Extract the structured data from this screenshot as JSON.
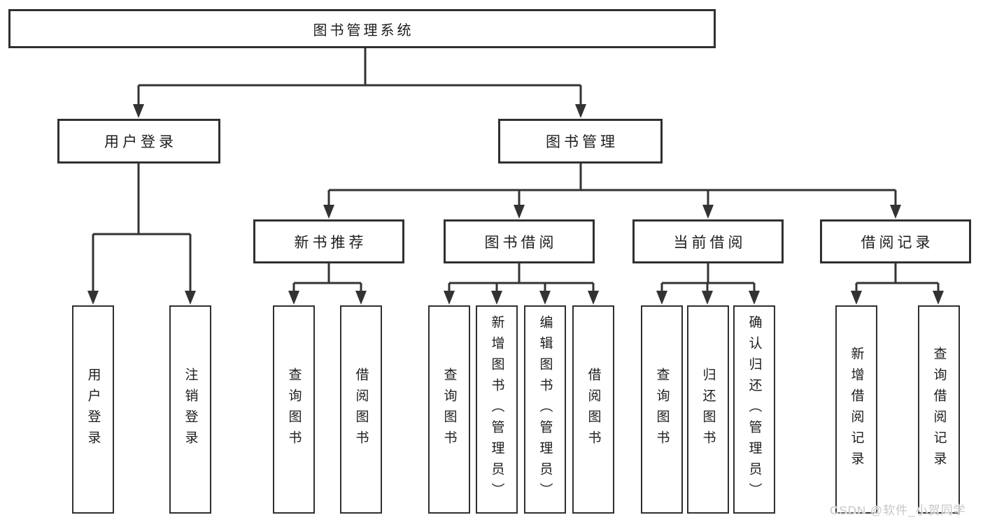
{
  "tree": {
    "label": "图书管理系统",
    "children": [
      {
        "label": "用户登录",
        "children": [
          {
            "label": "用户登录"
          },
          {
            "label": "注销登录"
          }
        ]
      },
      {
        "label": "图书管理",
        "children": [
          {
            "label": "新书推荐",
            "children": [
              {
                "label": "查询图书"
              },
              {
                "label": "借阅图书"
              }
            ]
          },
          {
            "label": "图书借阅",
            "children": [
              {
                "label": "查询图书"
              },
              {
                "label": "新增图书（管理员）"
              },
              {
                "label": "编辑图书（管理员）"
              },
              {
                "label": "借阅图书"
              }
            ]
          },
          {
            "label": "当前借阅",
            "children": [
              {
                "label": "查询图书"
              },
              {
                "label": "归还图书"
              },
              {
                "label": "确认归还（管理员）"
              }
            ]
          },
          {
            "label": "借阅记录",
            "children": [
              {
                "label": "新增借阅记录"
              },
              {
                "label": "查询借阅记录"
              }
            ]
          }
        ]
      }
    ]
  },
  "watermark": {
    "text": "CSDN @软件_小贺同学"
  },
  "colors": {
    "line": "#333333",
    "border": "#303030",
    "text": "#1d1d1d",
    "watermark": "#c6c6c6",
    "background": "#ffffff"
  }
}
